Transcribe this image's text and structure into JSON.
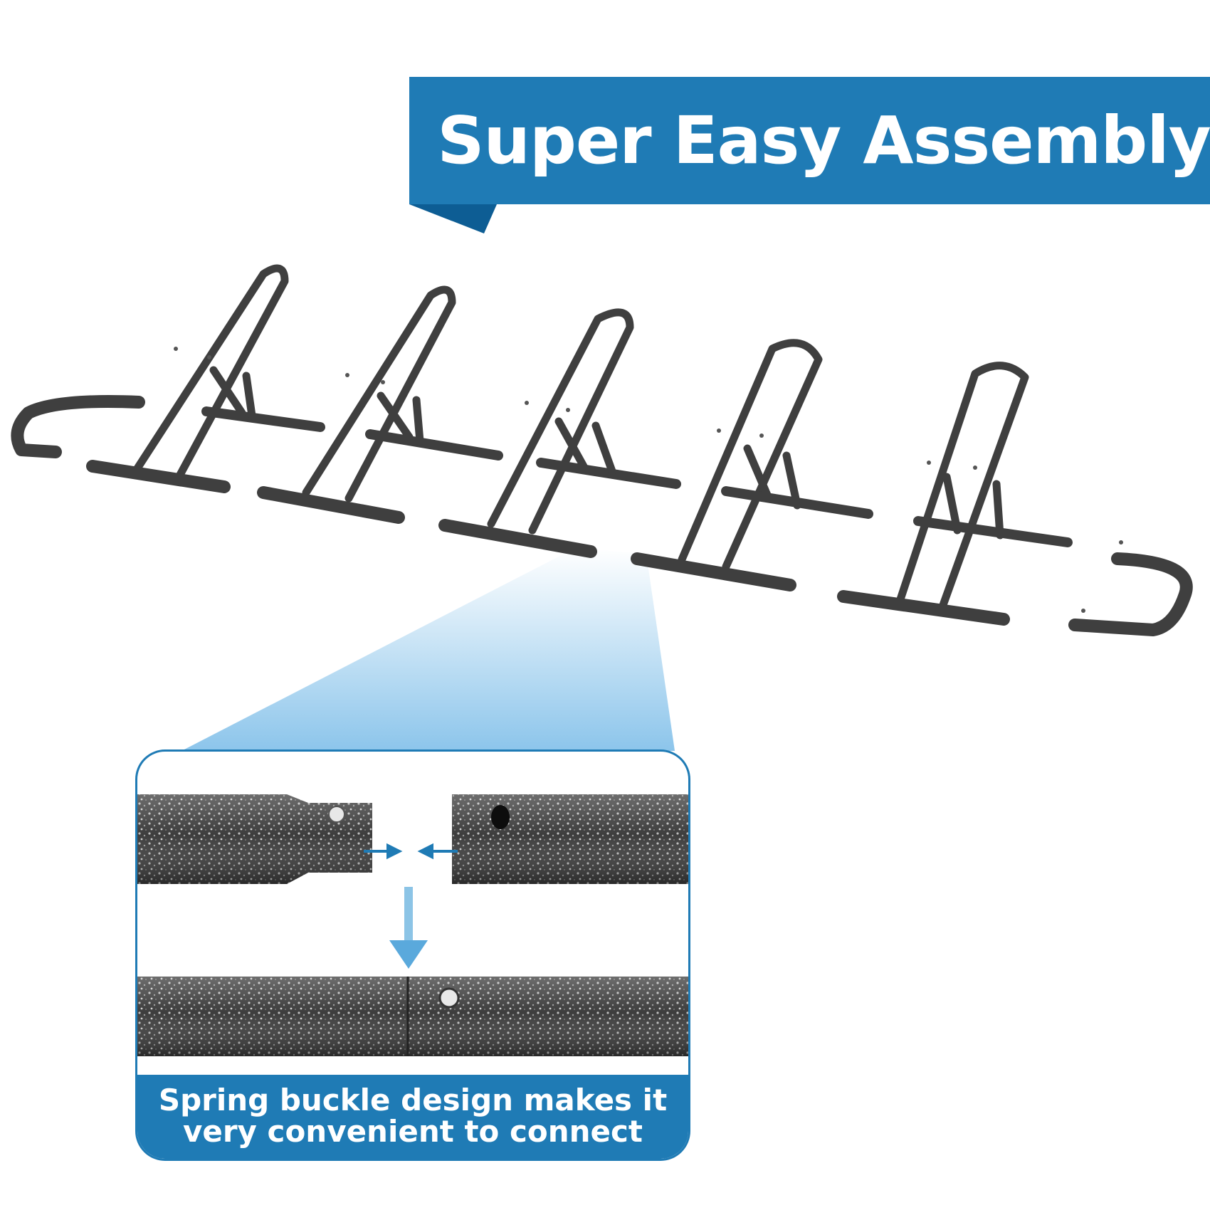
{
  "banner": {
    "title": "Super Easy Assembly"
  },
  "detail": {
    "caption_line1": "Spring buckle design makes it",
    "caption_line2": "very convenient to connect"
  },
  "colors": {
    "brand_blue": "#1f7bb5",
    "dark_blue": "#0d5d94",
    "metal_dark": "#3b3b3b",
    "metal_light": "#a9a9a9"
  },
  "icons": {
    "join_arrows": "arrow-right-left-icon",
    "assemble_arrow": "arrow-down-icon"
  }
}
